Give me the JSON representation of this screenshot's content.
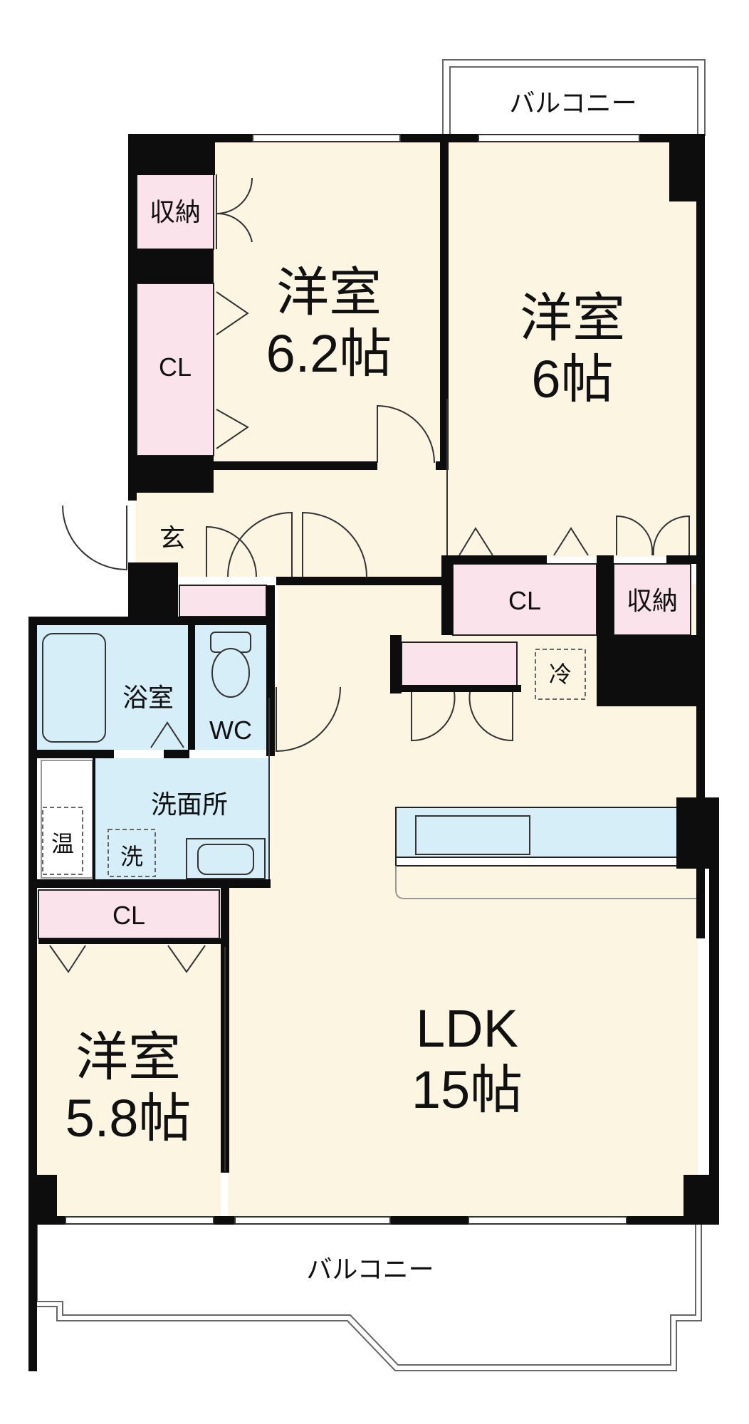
{
  "rooms": {
    "bedroom_a": {
      "name": "洋室",
      "size": "6.2帖"
    },
    "bedroom_b": {
      "name": "洋室",
      "size": "6帖"
    },
    "bedroom_c": {
      "name": "洋室",
      "size": "5.8帖"
    },
    "ldk": {
      "name": "LDK",
      "size": "15帖"
    },
    "bath": "浴室",
    "wc": "WC",
    "washroom": "洗面所",
    "entrance": "玄",
    "water_heater": "温",
    "washer": "洗",
    "fridge": "冷"
  },
  "storage": {
    "shuno_a": "収納",
    "cl_a": "CL",
    "cl_b": "CL",
    "shuno_b": "収納",
    "cl_c": "CL"
  },
  "balconies": {
    "top": "バルコニー",
    "bottom": "バルコニー"
  },
  "colors": {
    "room_floor": "#fcf5e2",
    "closet": "#fbe3ec",
    "wet_area": "#d6eef8",
    "wall": "#0d0d0d"
  }
}
